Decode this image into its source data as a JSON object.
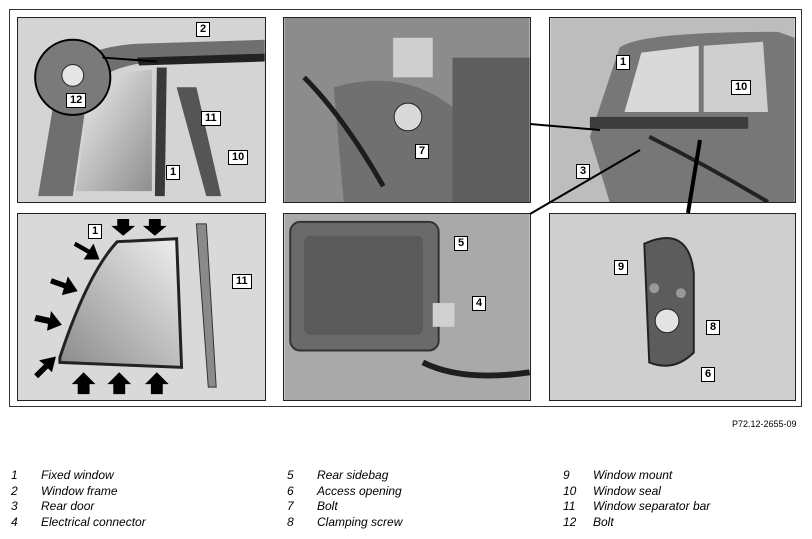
{
  "figure_ref": "P72.12-2655-09",
  "callouts": {
    "p1": [
      "2",
      "12",
      "11",
      "1",
      "10"
    ],
    "p2": [
      "7"
    ],
    "p3": [
      "1",
      "10",
      "3"
    ],
    "p4": [
      "1",
      "11"
    ],
    "p5": [
      "5",
      "4"
    ],
    "p6": [
      "9",
      "8",
      "6"
    ]
  },
  "legend": [
    [
      {
        "num": "1",
        "text": "Fixed window"
      },
      {
        "num": "2",
        "text": "Window frame"
      },
      {
        "num": "3",
        "text": "Rear door"
      },
      {
        "num": "4",
        "text": "Electrical connector"
      }
    ],
    [
      {
        "num": "5",
        "text": "Rear sidebag"
      },
      {
        "num": "6",
        "text": "Access opening"
      },
      {
        "num": "7",
        "text": "Bolt"
      },
      {
        "num": "8",
        "text": "Clamping screw"
      }
    ],
    [
      {
        "num": "9",
        "text": "Window mount"
      },
      {
        "num": "10",
        "text": "Window seal"
      },
      {
        "num": "11",
        "text": "Window separator bar"
      },
      {
        "num": "12",
        "text": "Bolt"
      }
    ]
  ]
}
